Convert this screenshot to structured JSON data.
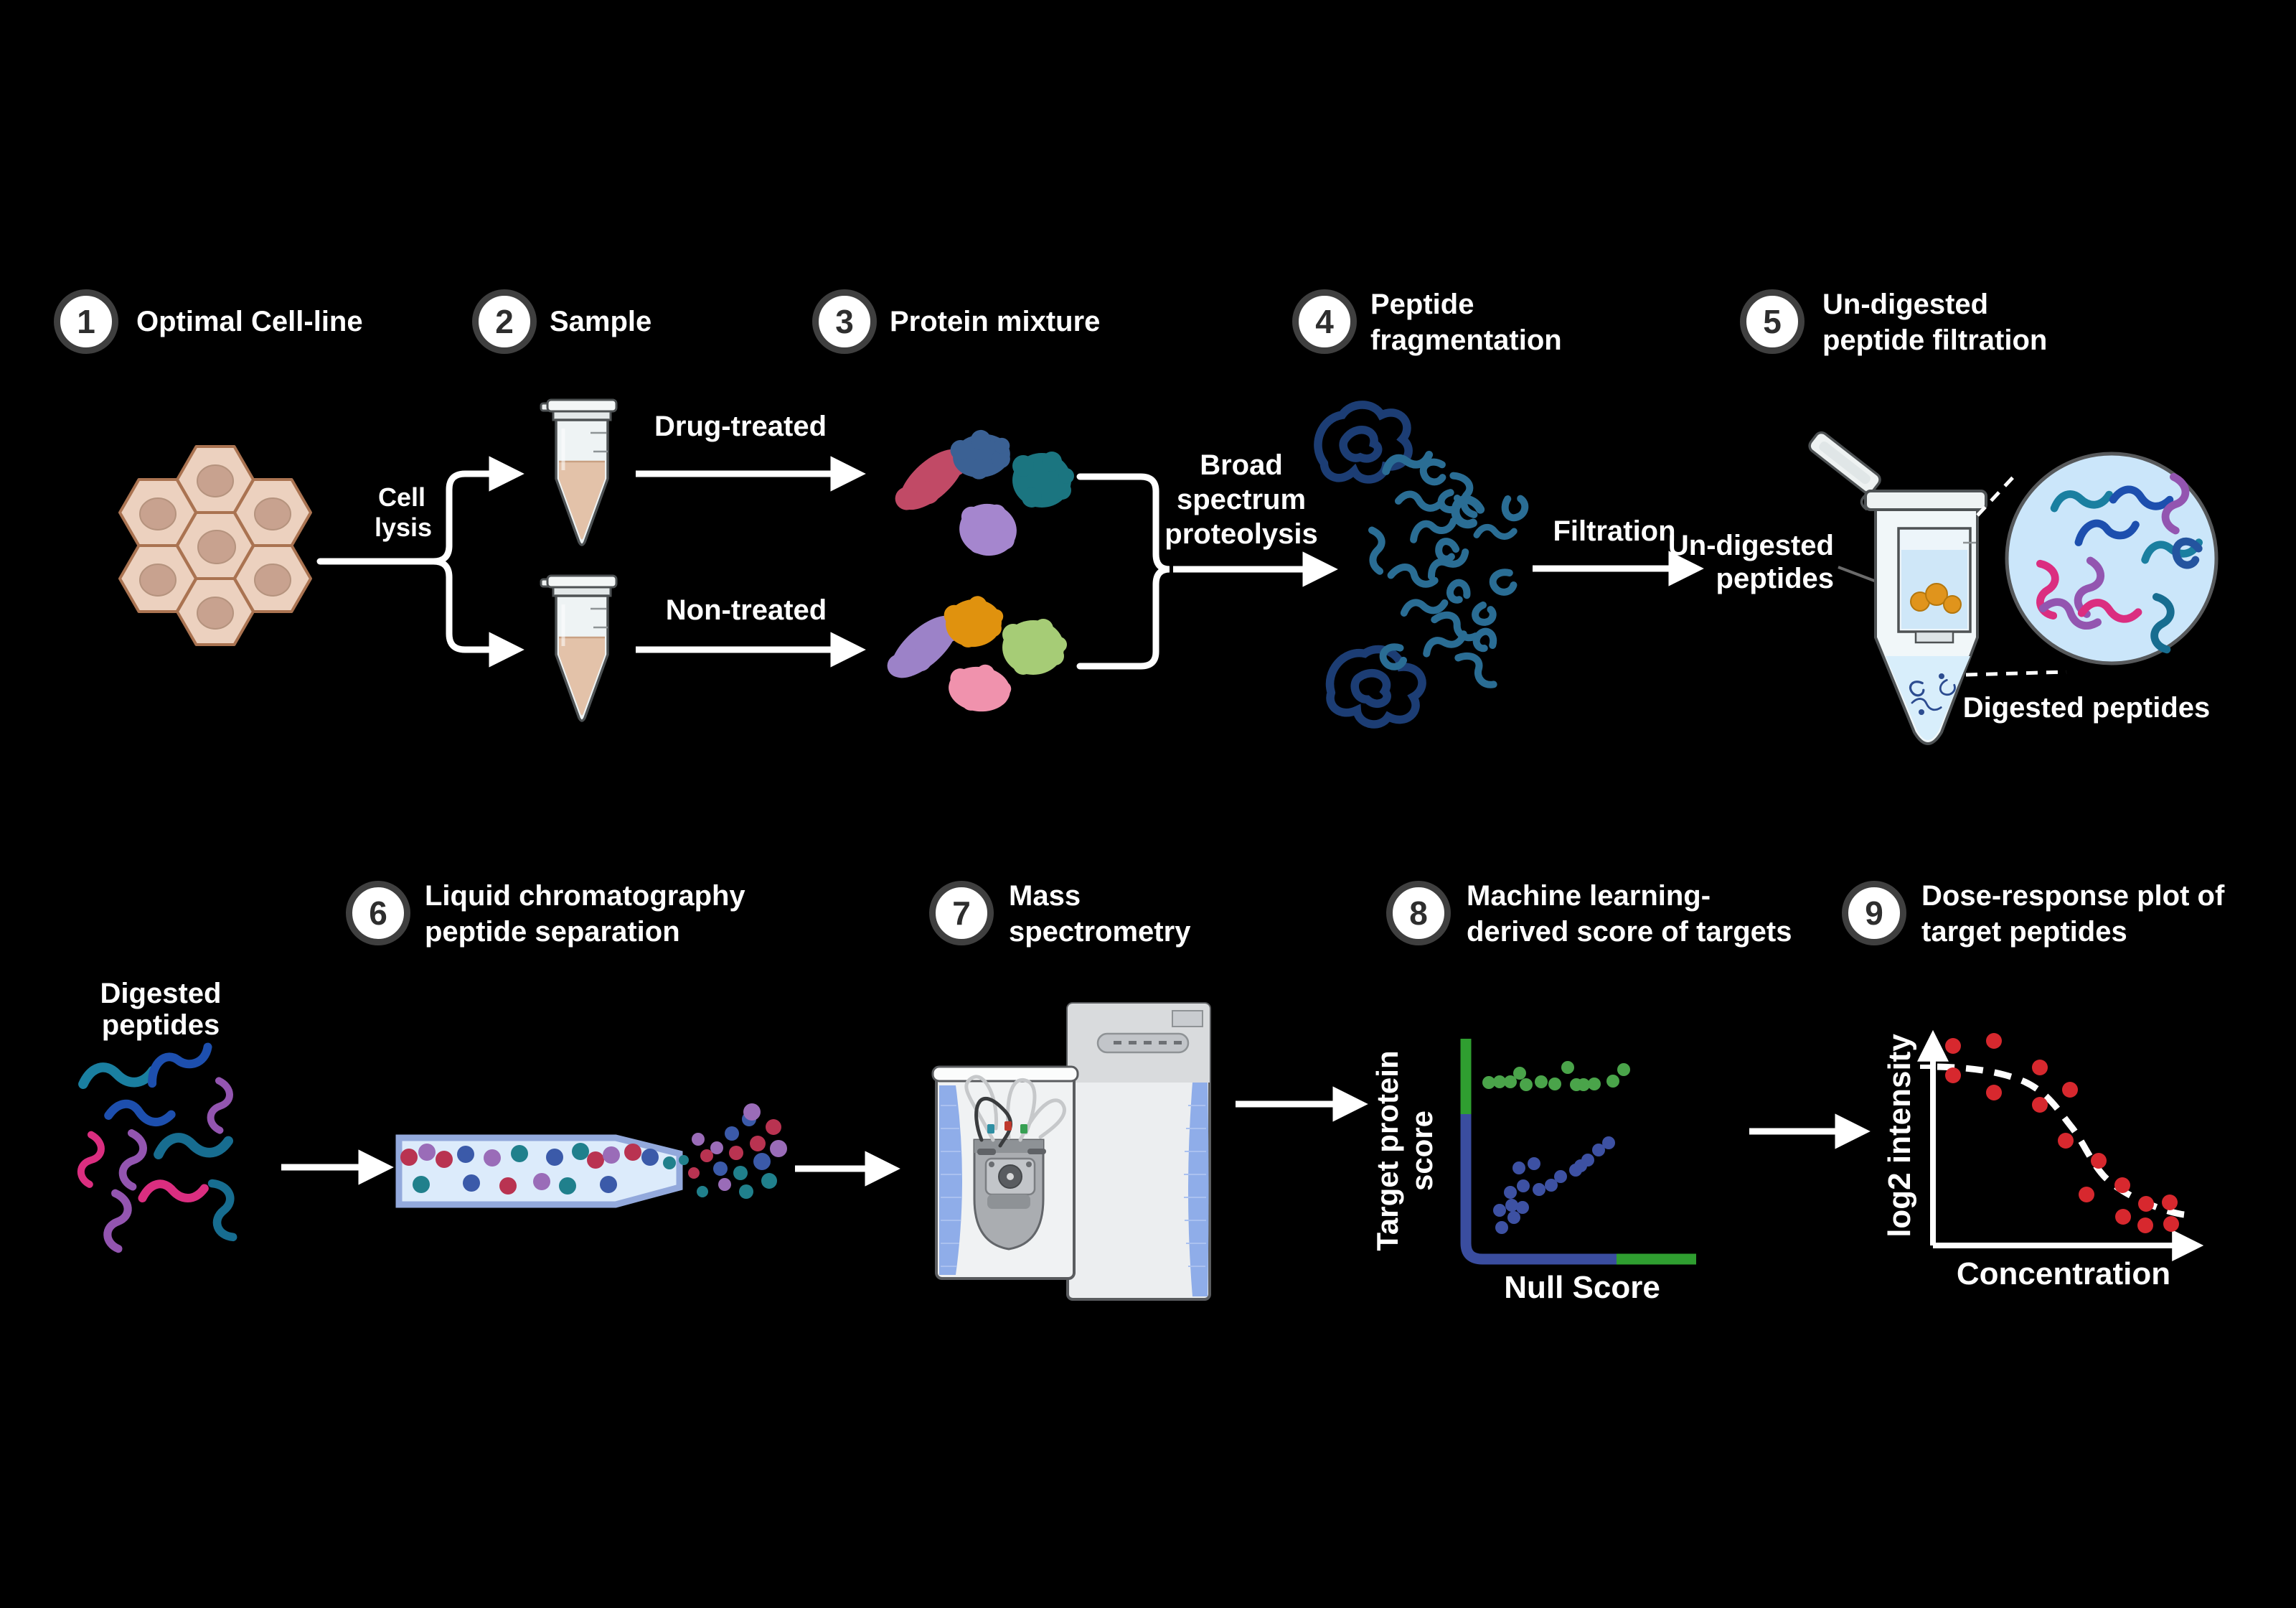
{
  "steps": [
    {
      "number": "1",
      "lines": [
        "Optimal Cell-line",
        ""
      ]
    },
    {
      "number": "2",
      "lines": [
        "Sample",
        ""
      ]
    },
    {
      "number": "3",
      "lines": [
        "Protein mixture",
        ""
      ]
    },
    {
      "number": "4",
      "lines": [
        "Peptide",
        "fragmentation"
      ]
    },
    {
      "number": "5",
      "lines": [
        "Un-digested",
        "peptide filtration"
      ]
    },
    {
      "number": "6",
      "lines": [
        "Liquid chromatography",
        "peptide separation"
      ]
    },
    {
      "number": "7",
      "lines": [
        "Mass",
        "spectrometry"
      ]
    },
    {
      "number": "8",
      "lines": [
        "Machine learning-",
        "derived score of targets"
      ]
    },
    {
      "number": "9",
      "lines": [
        "Dose-response plot of",
        "target peptides"
      ]
    }
  ],
  "annotations": {
    "cell_lysis": [
      "Cell",
      "lysis"
    ],
    "drug_treated": "Drug-treated",
    "non_treated": "Non-treated",
    "proteolysis": [
      "Broad",
      "spectrum",
      "proteolysis"
    ],
    "filtration": "Filtration",
    "undigested": [
      "Un-digested",
      "peptides"
    ],
    "digested_zoom": "Digested peptides",
    "digested": [
      "Digested",
      "peptides"
    ]
  },
  "score_plot": {
    "type": "scatter",
    "ylabel": [
      "Target protein",
      "score"
    ],
    "xlabel": "Null Score",
    "axis_segments": {
      "target_color": "#2f9e30",
      "null_color": "#3a4d9f"
    },
    "series": [
      {
        "name": "target proteins (high score band)",
        "color": "#4aa44a",
        "points": [
          [
            0.08,
            0.791
          ],
          [
            0.128,
            0.794
          ],
          [
            0.176,
            0.794
          ],
          [
            0.218,
            0.834
          ],
          [
            0.247,
            0.781
          ],
          [
            0.314,
            0.794
          ],
          [
            0.375,
            0.784
          ],
          [
            0.433,
            0.86
          ],
          [
            0.471,
            0.781
          ],
          [
            0.503,
            0.781
          ],
          [
            0.551,
            0.784
          ],
          [
            0.635,
            0.797
          ],
          [
            0.683,
            0.85
          ]
        ]
      },
      {
        "name": "null scores (diagonal cluster)",
        "color": "#3d51a3",
        "points": [
          [
            0.615,
            0.512
          ],
          [
            0.571,
            0.478
          ],
          [
            0.522,
            0.432
          ],
          [
            0.49,
            0.405
          ],
          [
            0.468,
            0.385
          ],
          [
            0.401,
            0.355
          ],
          [
            0.359,
            0.316
          ],
          [
            0.282,
            0.415
          ],
          [
            0.215,
            0.395
          ],
          [
            0.234,
            0.312
          ],
          [
            0.304,
            0.296
          ],
          [
            0.176,
            0.282
          ],
          [
            0.183,
            0.223
          ],
          [
            0.231,
            0.213
          ],
          [
            0.128,
            0.199
          ],
          [
            0.192,
            0.166
          ],
          [
            0.138,
            0.12
          ]
        ]
      }
    ]
  },
  "dose_plot": {
    "type": "scatter",
    "ylabel": "log2 intensity",
    "xlabel": "Concentration",
    "point_color": "#d7282e",
    "points": [
      [
        0.065,
        0.934
      ],
      [
        0.232,
        0.959
      ],
      [
        0.065,
        0.793
      ],
      [
        0.232,
        0.71
      ],
      [
        0.421,
        0.831
      ],
      [
        0.421,
        0.652
      ],
      [
        0.544,
        0.724
      ],
      [
        0.526,
        0.479
      ],
      [
        0.662,
        0.383
      ],
      [
        0.612,
        0.221
      ],
      [
        0.759,
        0.266
      ],
      [
        0.762,
        0.114
      ],
      [
        0.856,
        0.176
      ],
      [
        0.853,
        0.072
      ],
      [
        0.953,
        0.183
      ],
      [
        0.959,
        0.079
      ]
    ]
  },
  "palette": {
    "background": "#000000",
    "badge_ring": "#3f3f3f",
    "cell_fill": "#ecd1bf",
    "cell_stroke": "#aa7351",
    "cell_nucleus": "#c8a28f",
    "protein_colors": [
      "#c14a66",
      "#3b6194",
      "#1b7580",
      "#a586ce",
      "#9c82c8",
      "#e0920e",
      "#a6cc76",
      "#f092ad"
    ],
    "peptide_tangle": "#1c3d74",
    "peptide_fragments": "#2a6d94",
    "digested_colors": [
      "#1a7fa0",
      "#1d4fae",
      "#9355b0",
      "#db2e80"
    ],
    "bead_colors": [
      "#b93351",
      "#9a6cb8",
      "#3b5aa9",
      "#20808c"
    ],
    "ms_panel_blue": "#8fade9",
    "undigested_clump": "#e0941c",
    "zoom_circle_fill": "#cbe6fa"
  }
}
